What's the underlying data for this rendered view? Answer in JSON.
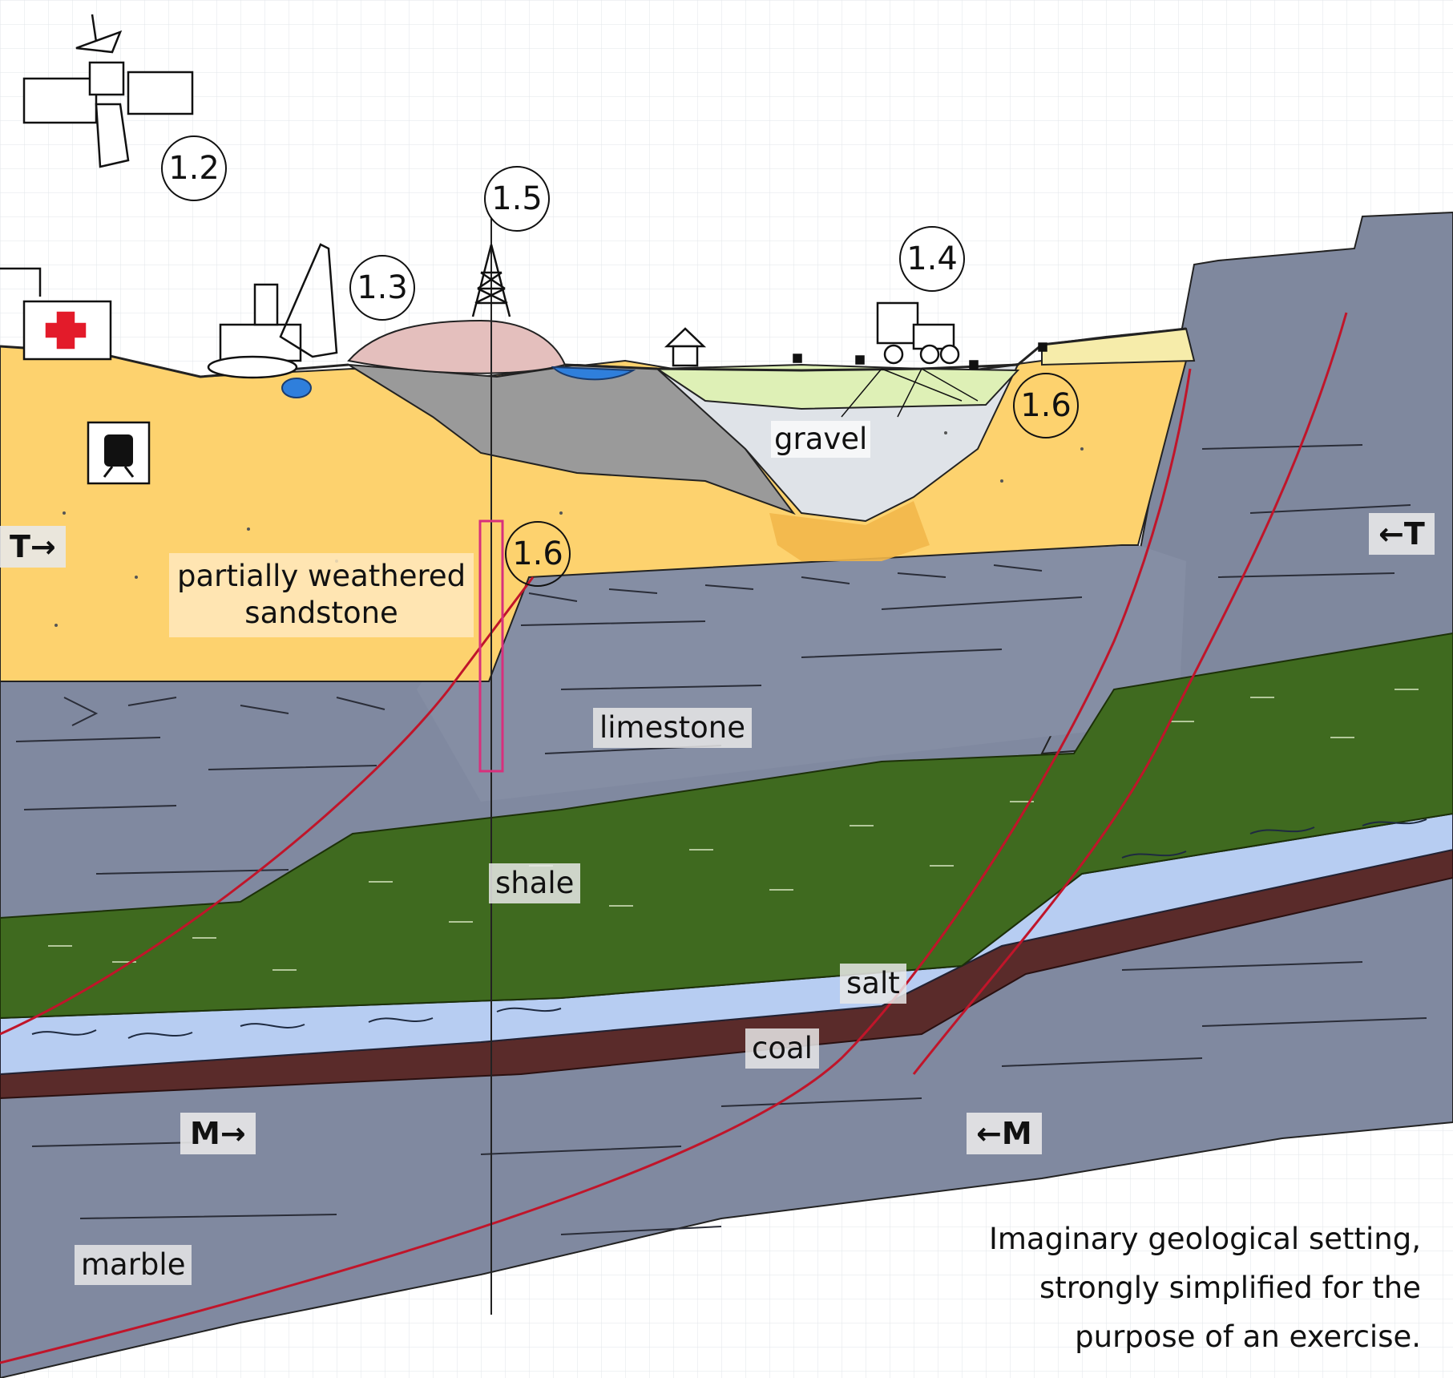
{
  "markers": {
    "m_1_2": "1.2",
    "m_1_3": "1.3",
    "m_1_4": "1.4",
    "m_1_5": "1.5",
    "m_1_6_a": "1.6",
    "m_1_6_b": "1.6"
  },
  "layers": {
    "sandstone": "partially weathered",
    "sandstone_2": "sandstone",
    "gravel": "gravel",
    "limestone": "limestone",
    "shale": "shale",
    "salt": "salt",
    "coal": "coal",
    "marble": "marble"
  },
  "directions": {
    "t_left": "T→",
    "t_right": "←T",
    "m_left": "M→",
    "m_right": "←M"
  },
  "caption": {
    "line1": "Imaginary geological setting,",
    "line2": "strongly simplified for the",
    "line3": "purpose of an exercise."
  },
  "colors": {
    "sandstone": "#fdd26e",
    "limestone": "#7f889e",
    "shale": "#3f6a1f",
    "salt": "#b7cdf2",
    "coal": "#5a2b2a",
    "gravel": "#dfe3e8",
    "fill_grey": "#9a9a9a",
    "fault": "#c0152a",
    "clay": "#e4bfbd",
    "silt": "#def0b6"
  }
}
